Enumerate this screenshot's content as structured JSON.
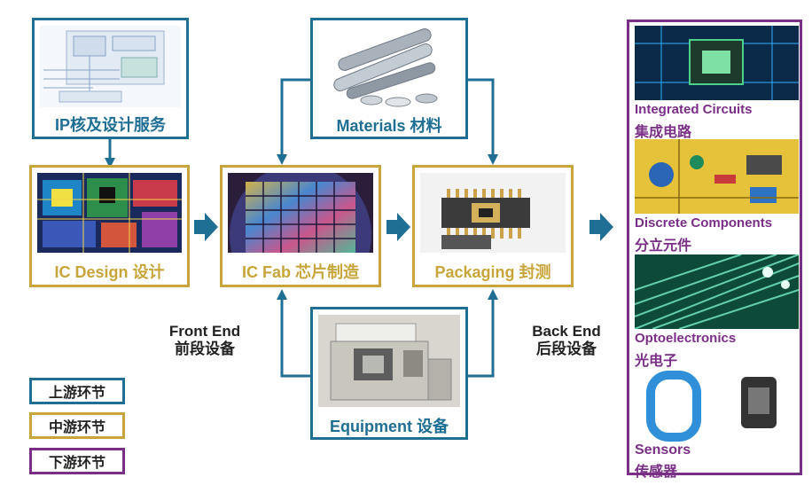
{
  "nodes": {
    "ip": {
      "label": "IP核及设计服务"
    },
    "materials": {
      "label": "Materials 材料"
    },
    "ic_design": {
      "label": "IC Design 设计"
    },
    "ic_fab": {
      "label": "IC Fab 芯片制造"
    },
    "packaging": {
      "label": "Packaging 封测"
    },
    "equipment": {
      "label": "Equipment 设备"
    }
  },
  "notes": {
    "front_en": "Front End",
    "front_cn": "前段设备",
    "back_en": "Back End",
    "back_cn": "后段设备"
  },
  "legend": [
    {
      "label": "上游环节",
      "color": "#1f6e93"
    },
    {
      "label": "中游环节",
      "color": "#c8a53a"
    },
    {
      "label": "下游环节",
      "color": "#7a2f86"
    }
  ],
  "outputs": [
    {
      "en": "Integrated Circuits",
      "cn": "集成电路"
    },
    {
      "en": "Discrete Components",
      "cn": "分立元件"
    },
    {
      "en": "Optoelectronics",
      "cn": "光电子"
    },
    {
      "en": "Sensors",
      "cn": "传感器"
    }
  ],
  "colors": {
    "upstream": "#1f6e93",
    "midstream": "#c8a53a",
    "downstream": "#7a2f86",
    "arrow": "#1f6e93"
  }
}
